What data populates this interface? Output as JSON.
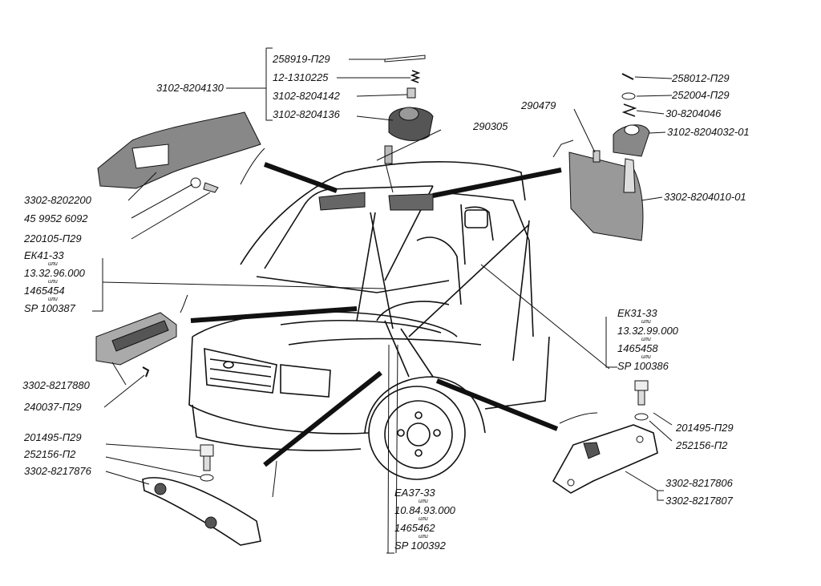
{
  "diagram": {
    "or_word": "или",
    "labels": {
      "p258919": "258919-П29",
      "p12_1310225": "12-1310225",
      "p3102_8204142": "3102-8204142",
      "p3102_8204136": "3102-8204136",
      "p3102_8204130": "3102-8204130",
      "p290305": "290305",
      "p290479": "290479",
      "p258012": "258012-П29",
      "p252004": "252004-П29",
      "p30_8204046": "30-8204046",
      "p3102_8204032_01": "3102-8204032-01",
      "p3302_8204010_01": "3302-8204010-01",
      "p3302_8202200": "3302-8202200",
      "p45_9952_6092": "45 9952 6092",
      "p220105": "220105-П29",
      "p3302_8217880": "3302-8217880",
      "p240037": "240037-П29",
      "p201495_left": "201495-П29",
      "p252156_left": "252156-П2",
      "p3302_8217876": "3302-8217876",
      "p201495_right": "201495-П29",
      "p252156_right": "252156-П2",
      "p3302_8217806": "3302-8217806",
      "p3302_8217807": "3302-8217807"
    },
    "stacks": {
      "ek41": [
        "ЕК41-33",
        "13.32.96.000",
        "1465454",
        "SP 100387"
      ],
      "ek31": [
        "ЕК31-33",
        "13.32.99.000",
        "1465458",
        "SP 100386"
      ],
      "ea37": [
        "ЕА37-33",
        "10.84.93.000",
        "1465462",
        "SP 100392"
      ]
    }
  }
}
